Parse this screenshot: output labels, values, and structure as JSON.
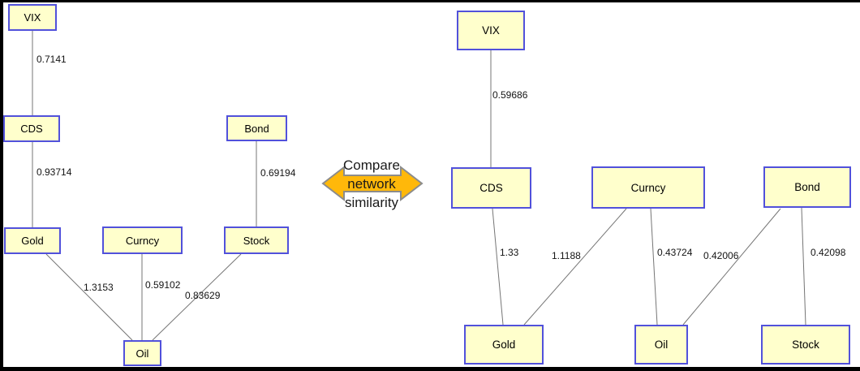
{
  "left_network": {
    "nodes": [
      {
        "id": "vix",
        "label": "VIX"
      },
      {
        "id": "cds",
        "label": "CDS"
      },
      {
        "id": "gold",
        "label": "Gold"
      },
      {
        "id": "curncy",
        "label": "Curncy"
      },
      {
        "id": "bond",
        "label": "Bond"
      },
      {
        "id": "stock",
        "label": "Stock"
      },
      {
        "id": "oil",
        "label": "Oil"
      }
    ],
    "edges": [
      {
        "from": "VIX",
        "to": "CDS",
        "weight": "0.7141"
      },
      {
        "from": "CDS",
        "to": "Gold",
        "weight": "0.93714"
      },
      {
        "from": "Bond",
        "to": "Stock",
        "weight": "0.69194"
      },
      {
        "from": "Gold",
        "to": "Oil",
        "weight": "1.3153"
      },
      {
        "from": "Curncy",
        "to": "Oil",
        "weight": "0.59102"
      },
      {
        "from": "Stock",
        "to": "Oil",
        "weight": "0.83629"
      }
    ]
  },
  "right_network": {
    "nodes": [
      {
        "id": "vix",
        "label": "VIX"
      },
      {
        "id": "cds",
        "label": "CDS"
      },
      {
        "id": "curncy",
        "label": "Curncy"
      },
      {
        "id": "bond",
        "label": "Bond"
      },
      {
        "id": "gold",
        "label": "Gold"
      },
      {
        "id": "oil",
        "label": "Oil"
      },
      {
        "id": "stock",
        "label": "Stock"
      }
    ],
    "edges": [
      {
        "from": "VIX",
        "to": "CDS",
        "weight": "0.59686"
      },
      {
        "from": "CDS",
        "to": "Gold",
        "weight": "1.33"
      },
      {
        "from": "Curncy",
        "to": "Gold",
        "weight": "1.1188"
      },
      {
        "from": "Curncy",
        "to": "Oil",
        "weight": "0.43724"
      },
      {
        "from": "Bond",
        "to": "Oil",
        "weight": "0.42006"
      },
      {
        "from": "Bond",
        "to": "Stock",
        "weight": "0.42098"
      }
    ]
  },
  "center_annotation": {
    "line1": "Compare",
    "line2": "network",
    "line3": "similarity"
  },
  "colors": {
    "node_fill": "#FFFFCC",
    "node_border": "#5151DB",
    "edge_line": "#757575",
    "arrow_fill": "#FFB80A",
    "arrow_outline": "#8C8C8C",
    "background": "#FFFFFF",
    "frame": "#000000"
  }
}
